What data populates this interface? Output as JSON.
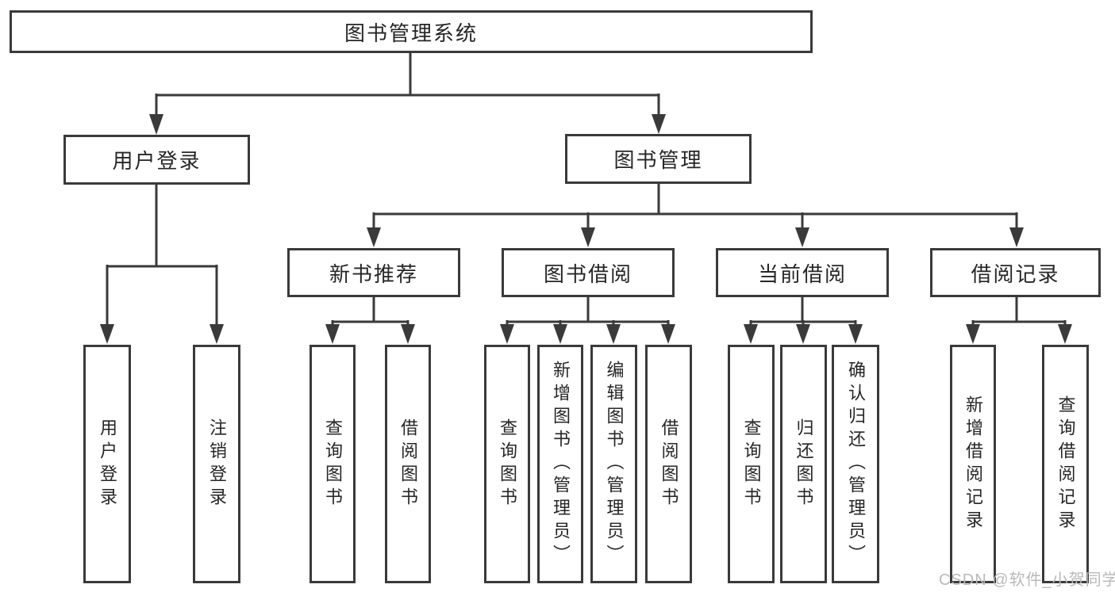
{
  "diagram": {
    "root": {
      "label": "图书管理系统"
    },
    "branches": [
      {
        "label": "用户登录",
        "children": [
          {
            "label": "用户登录"
          },
          {
            "label": "注销登录"
          }
        ]
      },
      {
        "label": "图书管理",
        "children": [
          {
            "label": "新书推荐",
            "children": [
              {
                "label": "查询图书"
              },
              {
                "label": "借阅图书"
              }
            ]
          },
          {
            "label": "图书借阅",
            "children": [
              {
                "label": "查询图书"
              },
              {
                "label": "新增图书（管理员）"
              },
              {
                "label": "编辑图书（管理员）"
              },
              {
                "label": "借阅图书"
              }
            ]
          },
          {
            "label": "当前借阅",
            "children": [
              {
                "label": "查询图书"
              },
              {
                "label": "归还图书"
              },
              {
                "label": "确认归还（管理员）"
              }
            ]
          },
          {
            "label": "借阅记录",
            "children": [
              {
                "label": "新增借阅记录"
              },
              {
                "label": "查询借阅记录"
              }
            ]
          }
        ]
      }
    ]
  },
  "watermark": {
    "text": "CSDN @软件_小贺同学"
  },
  "colors": {
    "line": "#3a3a3a",
    "box_border": "#3a3a3a",
    "text": "#262626",
    "watermark": "#b9b9b9",
    "background": "#ffffff"
  }
}
